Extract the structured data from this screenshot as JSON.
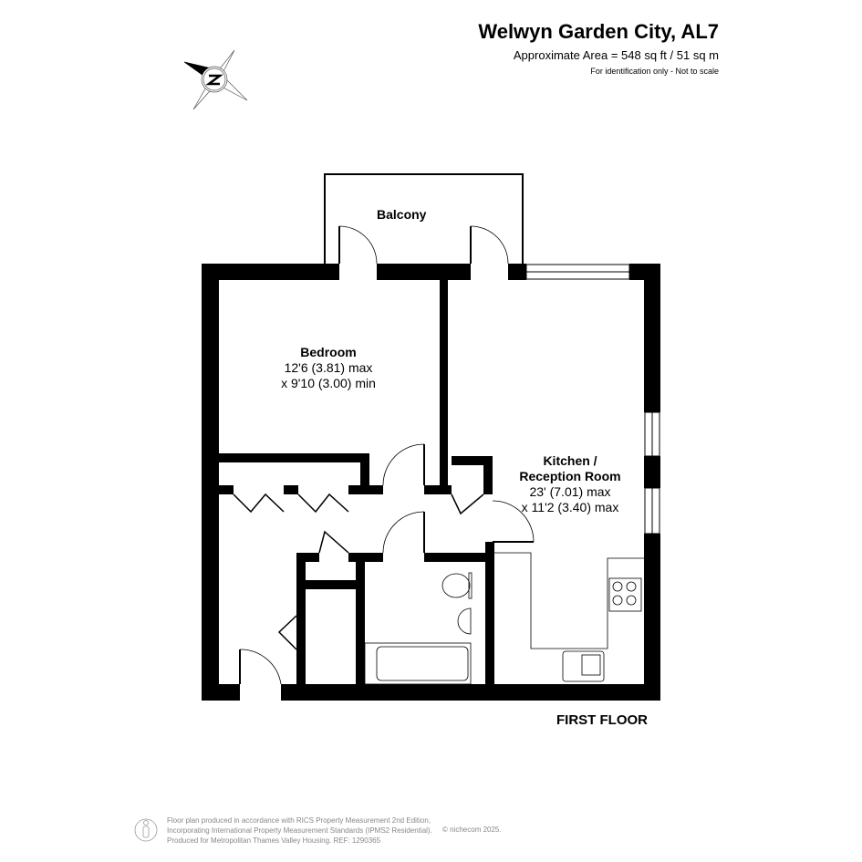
{
  "header": {
    "title": "Welwyn Garden City, AL7",
    "area": "Approximate Area = 548 sq ft / 51 sq m",
    "note": "For identification only - Not to scale"
  },
  "compass": {
    "icon": "compass-north-icon",
    "letter": "N"
  },
  "rooms": {
    "balcony": {
      "name": "Balcony"
    },
    "bedroom": {
      "name": "Bedroom",
      "dim1": "12'6 (3.81) max",
      "dim2": "x 9'10 (3.00) min"
    },
    "kitchen": {
      "name1": "Kitchen /",
      "name2": "Reception Room",
      "dim1": "23' (7.01) max",
      "dim2": "x 11'2 (3.40) max"
    }
  },
  "floor_label": "FIRST FLOOR",
  "footer": {
    "line1": "Floor plan produced in accordance with RICS Property Measurement 2nd Edition,",
    "line2": "Incorporating International Property Measurement Standards (IPMS2 Residential).",
    "line3": "Produced for Metropolitan Thames Valley Housing.   REF: 1290365",
    "copyright": "© nichecom 2025."
  }
}
